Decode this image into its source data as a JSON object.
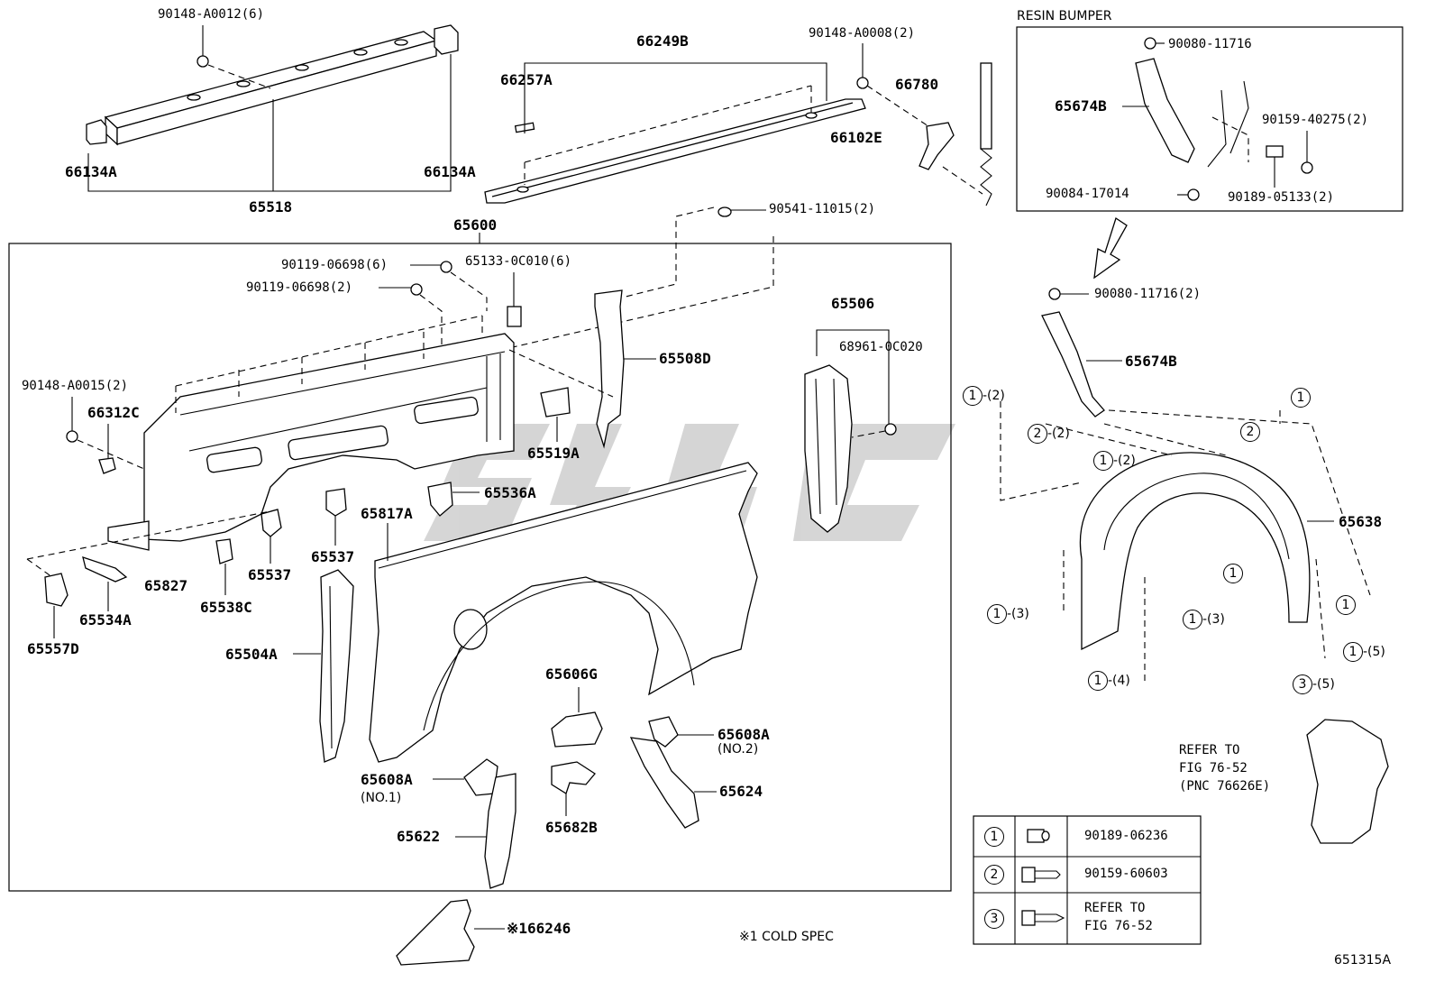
{
  "figure_id": "651315A",
  "cold_note": "※1 COLD SPEC",
  "resin_bumper": {
    "title": "RESIN BUMPER",
    "labels": [
      "90080-11716",
      "65674B",
      "90159-40275(2)",
      "90084-17014",
      "90189-05133(2)"
    ]
  },
  "top_labels": {
    "l_90148_0012": "90148-A0012(6)",
    "l_66134A_left": "66134A",
    "l_66134A_right": "66134A",
    "l_65518": "65518",
    "l_66249B": "66249B",
    "l_66257A": "66257A",
    "l_90148_0008": "90148-A0008(2)",
    "l_66780": "66780",
    "l_66102E": "66102E",
    "l_90541": "90541-11015(2)",
    "l_65600": "65600"
  },
  "main_labels": {
    "l_90119_6": "90119-06698(6)",
    "l_65133": "65133-0C010(6)",
    "l_90119_2": "90119-06698(2)",
    "l_65508D": "65508D",
    "l_65506": "65506",
    "l_68961": "68961-0C020",
    "l_90148_0015": "90148-A0015(2)",
    "l_66312C": "66312C",
    "l_65519A": "65519A",
    "l_65536A": "65536A",
    "l_65817A": "65817A",
    "l_65537a": "65537",
    "l_65537b": "65537",
    "l_65827": "65827",
    "l_65534A": "65534A",
    "l_65538C": "65538C",
    "l_65557D": "65557D",
    "l_65504A": "65504A",
    "l_65606G": "65606G",
    "l_65608A_2": "65608A",
    "l_no2": "(NO.2)",
    "l_65608A_1": "65608A",
    "l_no1": "(NO.1)",
    "l_65624": "65624",
    "l_65682B": "65682B",
    "l_65622": "65622",
    "l_66246": "※166246"
  },
  "right_labels": {
    "l_90080_2": "90080-11716(2)",
    "l_65674B": "65674B",
    "l_65638": "65638",
    "refer1": "REFER TO",
    "refer2": "FIG 76-52",
    "refer3": "(PNC 76626E)"
  },
  "callouts": [
    {
      "n": "1",
      "q": "-(2)"
    },
    {
      "n": "2",
      "q": "-(2)"
    },
    {
      "n": "1",
      "q": "-(2)"
    },
    {
      "n": "1",
      "q": ""
    },
    {
      "n": "2",
      "q": ""
    },
    {
      "n": "1",
      "q": "-(3)"
    },
    {
      "n": "1",
      "q": "-(3)"
    },
    {
      "n": "1",
      "q": ""
    },
    {
      "n": "1",
      "q": ""
    },
    {
      "n": "1",
      "q": "-(4)"
    },
    {
      "n": "1",
      "q": "-(5)"
    },
    {
      "n": "3",
      "q": "-(5)"
    }
  ],
  "legend": [
    {
      "n": "1",
      "part": "90189-06236",
      "part2": ""
    },
    {
      "n": "2",
      "part": "90159-60603",
      "part2": ""
    },
    {
      "n": "3",
      "part": "REFER TO",
      "part2": "FIG 76-52"
    }
  ]
}
